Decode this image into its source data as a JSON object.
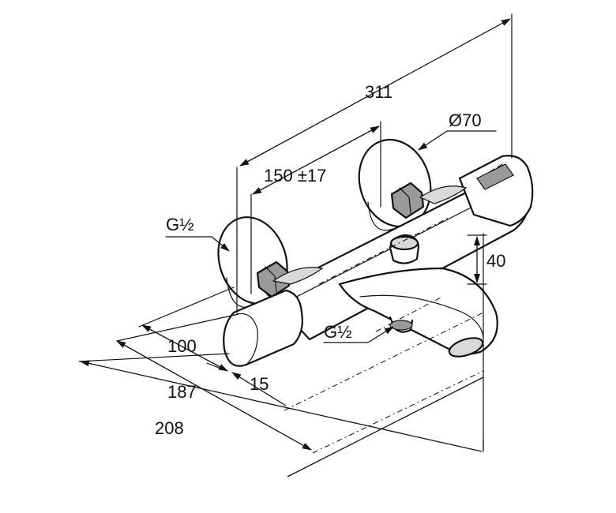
{
  "dimensions": {
    "overall_length": "311",
    "inlet_spacing": "150 ±17",
    "rosette_diameter": "Ø70",
    "thread_inlet": "G½",
    "thread_outlet": "G½",
    "height": "40",
    "projection_inlet": "100",
    "offset": "15",
    "projection_body": "187",
    "projection_total": "208"
  },
  "colors": {
    "line": "#111111",
    "background": "#ffffff",
    "shade": "#d9d9d9"
  }
}
